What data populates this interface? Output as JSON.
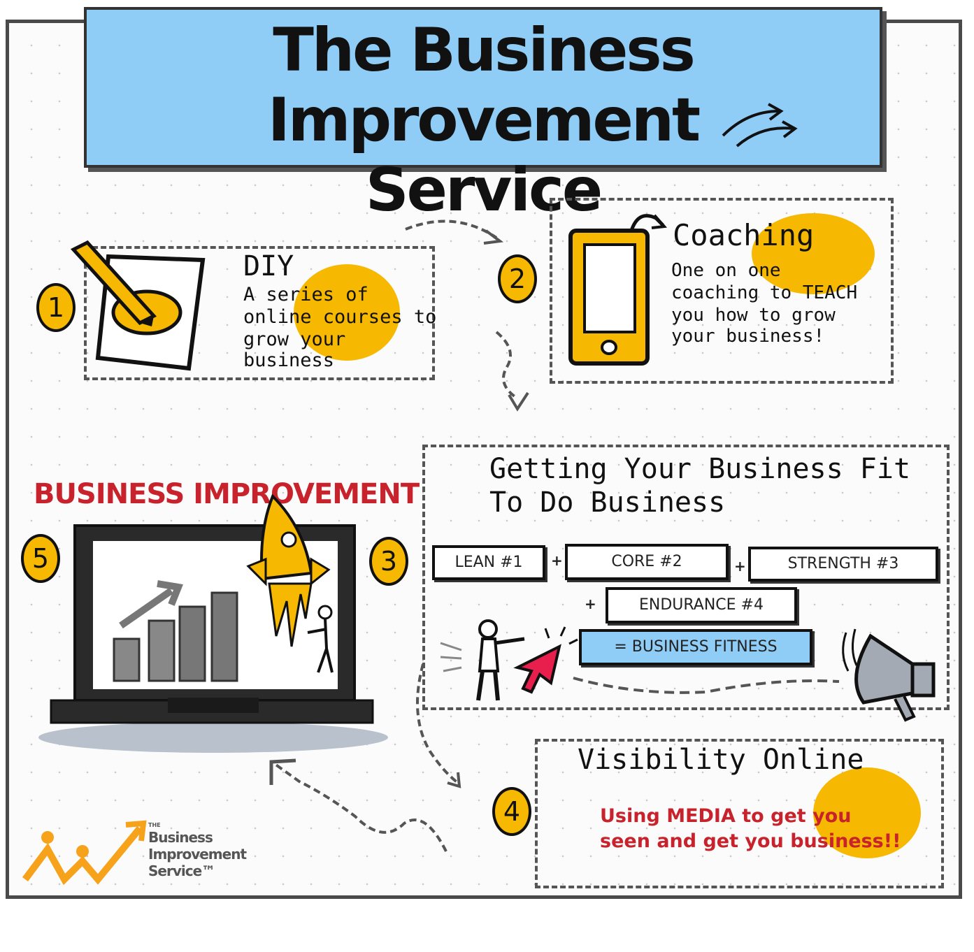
{
  "title": {
    "line1": "The Business Improvement",
    "line2": "Service"
  },
  "step1": {
    "number": "1",
    "heading": "DIY",
    "body": [
      "A series of",
      "online courses to",
      "grow your",
      "business"
    ]
  },
  "step2": {
    "number": "2",
    "heading": "Coaching",
    "body": [
      "One on one",
      "coaching to TEACH",
      "you how to grow",
      "your business!"
    ]
  },
  "step3": {
    "number": "3",
    "heading": [
      "Getting Your Business Fit",
      "To Do Business"
    ],
    "items": [
      "LEAN #1",
      "CORE #2",
      "STRENGTH #3",
      "ENDURANCE #4"
    ],
    "plus": "+",
    "result": "= BUSINESS FITNESS"
  },
  "step4": {
    "number": "4",
    "heading": "Visibility Online",
    "body": [
      "Using MEDIA to get you",
      "seen and get you business!!"
    ]
  },
  "step5": {
    "number": "5",
    "heading": "BUSINESS IMPROVEMENT"
  },
  "logo": {
    "small": "THE",
    "lines": [
      "Business",
      "Improvement",
      "Service™"
    ]
  },
  "colors": {
    "accent": "#f6b800",
    "title_bg": "#8fcdf7",
    "red": "#c8232c",
    "outline": "#111111"
  }
}
